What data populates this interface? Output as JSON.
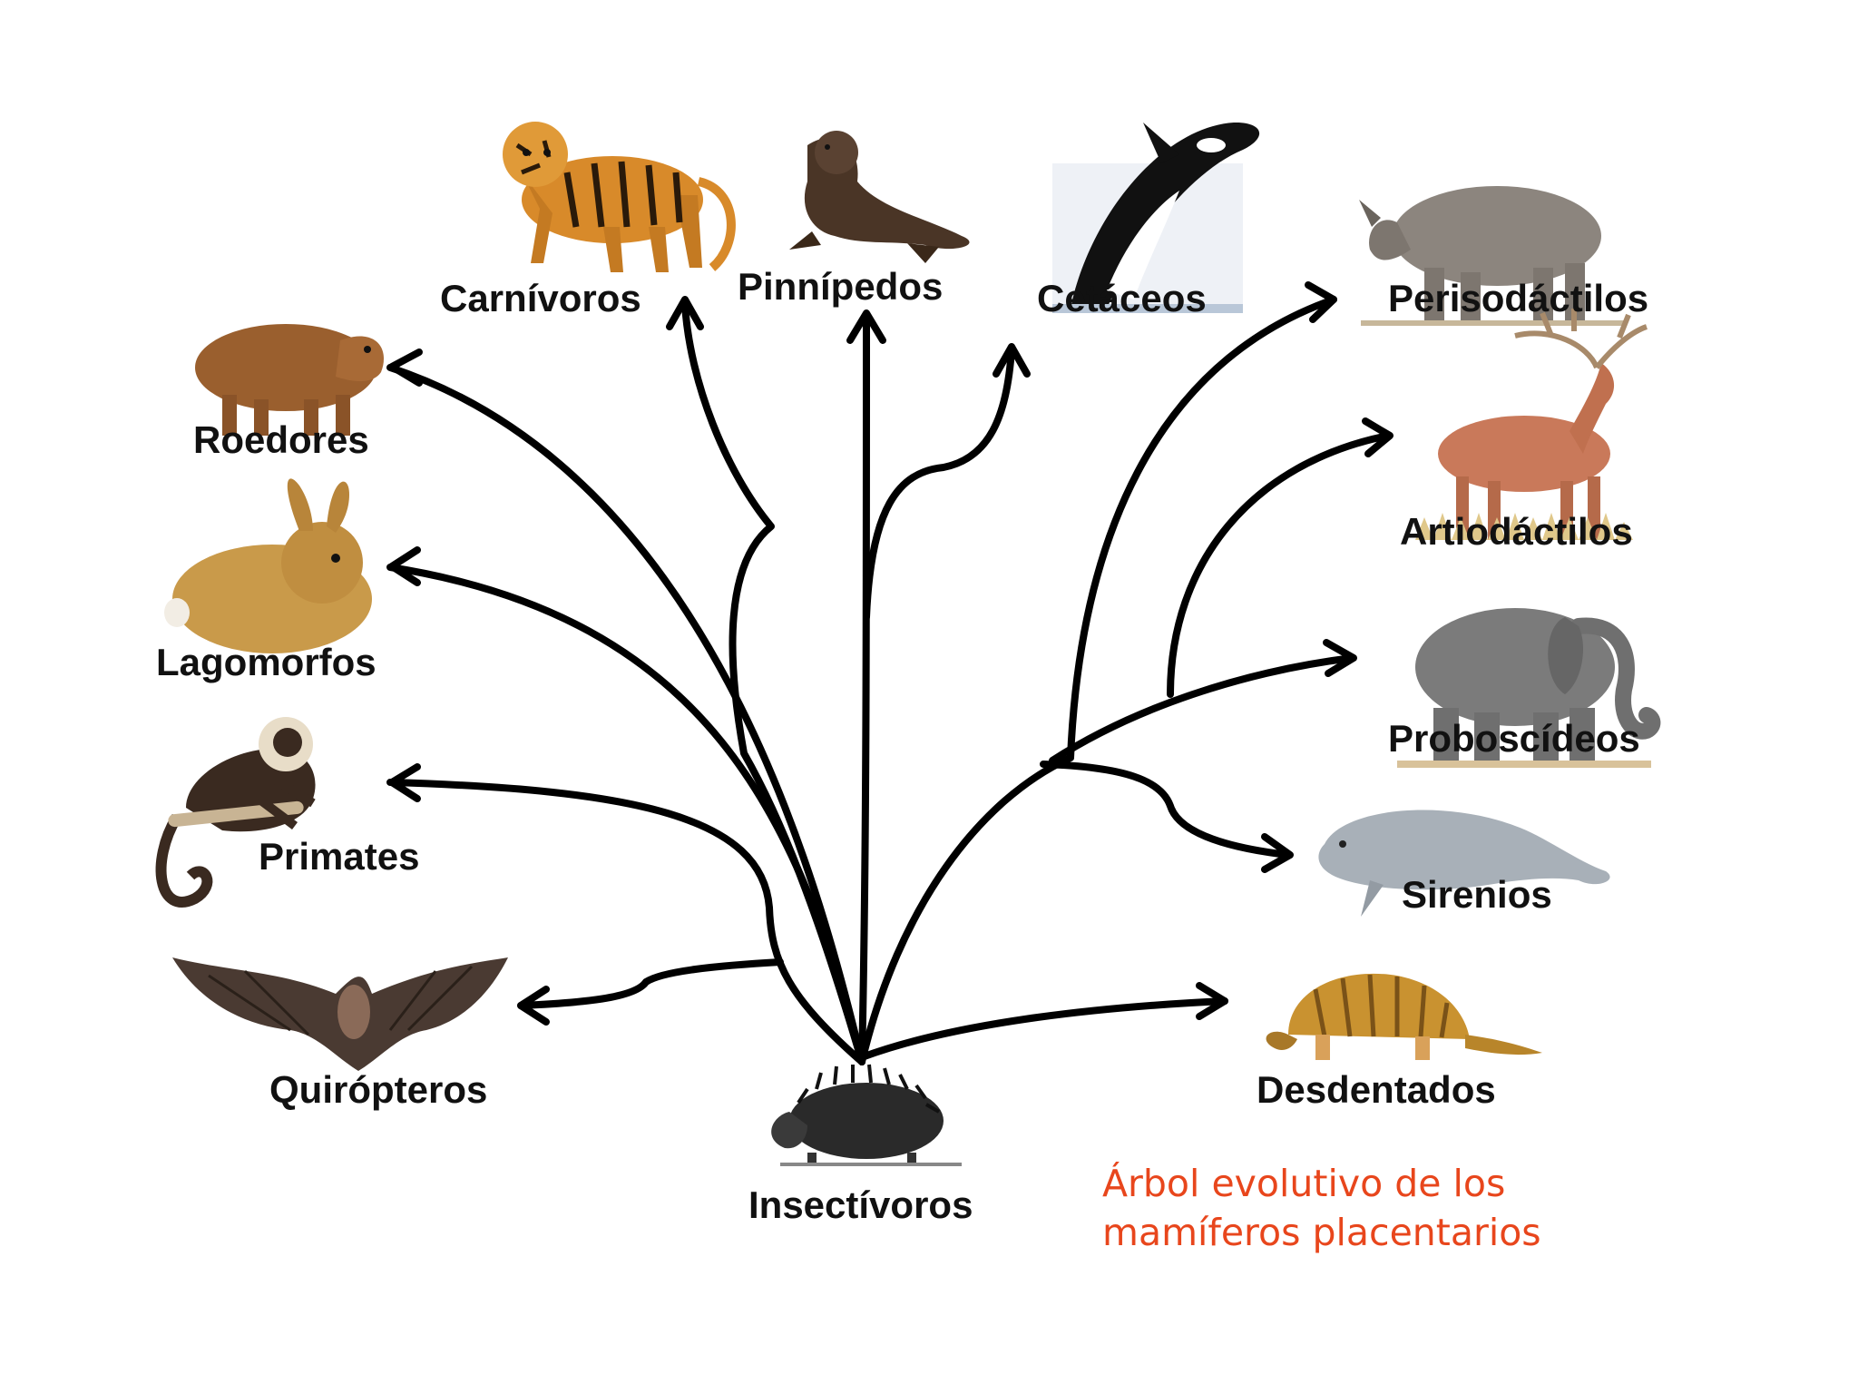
{
  "root": {
    "label": "Insectívoros",
    "icon": "shrew-icon"
  },
  "groups": [
    {
      "key": "carnivoros",
      "label": "Carnívoros",
      "icon": "tiger-icon"
    },
    {
      "key": "pinnipedos",
      "label": "Pinnípedos",
      "icon": "sea-lion-icon"
    },
    {
      "key": "cetaceos",
      "label": "Cetáceos",
      "icon": "orca-icon"
    },
    {
      "key": "perisodactilos",
      "label": "Perisodáctilos",
      "icon": "rhino-icon"
    },
    {
      "key": "roedores",
      "label": "Roedores",
      "icon": "capybara-icon"
    },
    {
      "key": "artiodactilos",
      "label": "Artiodáctilos",
      "icon": "deer-icon"
    },
    {
      "key": "lagomorfos",
      "label": "Lagomorfos",
      "icon": "rabbit-icon"
    },
    {
      "key": "proboscideos",
      "label": "Proboscídeos",
      "icon": "elephant-icon"
    },
    {
      "key": "primates",
      "label": "Primates",
      "icon": "monkey-icon"
    },
    {
      "key": "sirenios",
      "label": "Sirenios",
      "icon": "manatee-icon"
    },
    {
      "key": "quiropteros",
      "label": "Quirópteros",
      "icon": "bat-icon"
    },
    {
      "key": "desdentados",
      "label": "Desdentados",
      "icon": "armadillo-icon"
    }
  ],
  "caption": {
    "line1": "Árbol evolutivo de los",
    "line2": "mamíferos placentarios",
    "color": "#e8461c"
  }
}
